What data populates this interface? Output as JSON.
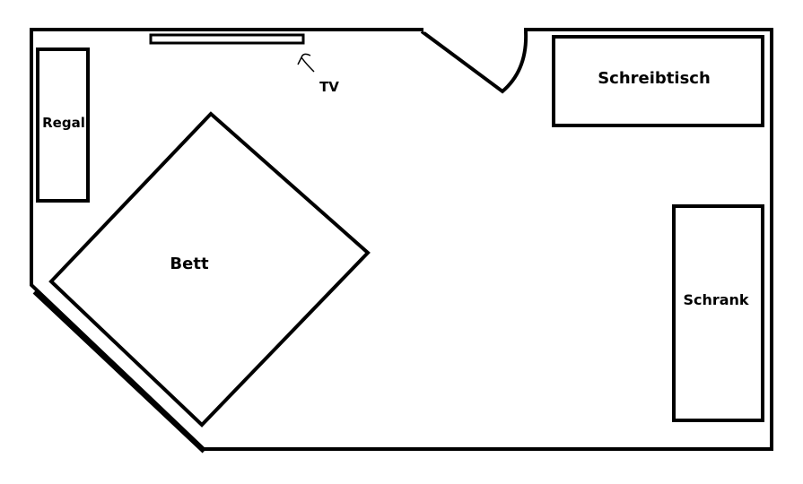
{
  "colors": {
    "background": "#ffffff",
    "ink": "#000000"
  },
  "labels": {
    "shelf": "Regal",
    "tv": "TV",
    "desk": "Schreibtisch",
    "bed": "Bett",
    "wardrobe": "Schrank"
  }
}
